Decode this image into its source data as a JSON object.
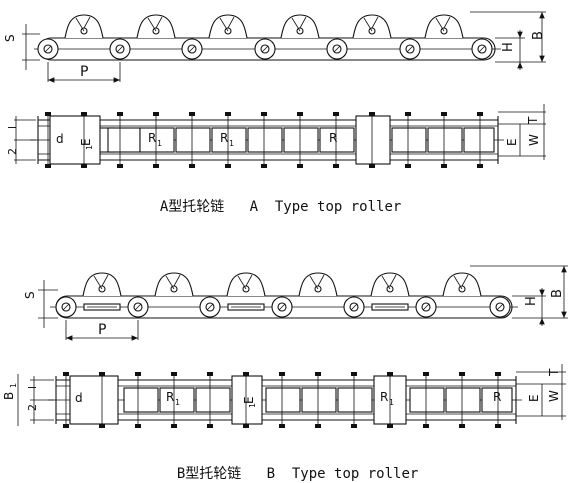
{
  "diagram_a": {
    "caption_cn": "A型托轮链",
    "caption_en": "A  Type top roller",
    "side_labels": {
      "s": "S",
      "p": "P",
      "h": "H",
      "b": "B"
    },
    "top_labels": {
      "l1": "l",
      "l2": "2",
      "d": "d",
      "e1": "E",
      "r1a": "R",
      "r1b": "R",
      "r": "R",
      "t": "T",
      "e": "E",
      "w": "W"
    },
    "subscript_1": "1"
  },
  "diagram_b": {
    "caption_cn": "B型托轮链",
    "caption_en": "B  Type top roller",
    "side_labels": {
      "s": "S",
      "p": "P",
      "h": "H",
      "b": "B"
    },
    "top_labels": {
      "b1": "B",
      "l1": "l",
      "l2": "2",
      "d": "d",
      "e1": "E",
      "r1a": "R",
      "r1b": "R",
      "r": "R",
      "t": "T",
      "e": "E",
      "w": "W"
    },
    "subscript_1": "1"
  },
  "colors": {
    "line": "#111111",
    "background": "#ffffff"
  }
}
